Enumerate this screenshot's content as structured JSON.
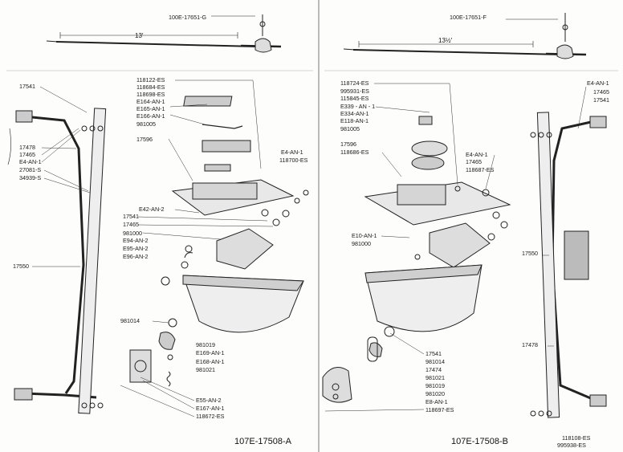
{
  "left_panel": {
    "rod_part": "100E-17651-G",
    "rod_length": "13′",
    "assembly_number": "107E-17508-A",
    "left_callouts": [
      "17541",
      "17478",
      "17465",
      "E4-AN-1",
      "27081-S",
      "34939-S",
      "17550"
    ],
    "upper_callouts": [
      "118122-ES",
      "118684-ES",
      "118698-ES",
      "E164-AN-1",
      "E165-AN-1",
      "E166-AN-1",
      "981005",
      "17596"
    ],
    "right_callouts": [
      "E4-AN-1",
      "118700-ES"
    ],
    "middle_callouts": [
      "E42-AN-2",
      "17541",
      "17465",
      "981000",
      "E94-AN-2",
      "E95-AN-2",
      "E96-AN-2",
      "981014"
    ],
    "lower_callouts": [
      "981019",
      "E169-AN-1",
      "E168-AN-1",
      "981021",
      "E55-AN-2",
      "E167-AN-1",
      "118672-ES"
    ]
  },
  "right_panel": {
    "rod_part": "100E-17651-F",
    "rod_length": "13½′",
    "assembly_number": "107E-17508-B",
    "upper_callouts": [
      "118724-ES",
      "995931-ES",
      "115845-ES",
      "E339 - AN - 1",
      "E334-AN-1",
      "E118-AN-1",
      "981005",
      "17596",
      "118686-ES"
    ],
    "right_callouts": [
      "E4-AN-1",
      "17465",
      "118687-ES"
    ],
    "middle_callouts": [
      "E10-AN-1",
      "981000"
    ],
    "lower_callouts": [
      "17541",
      "981014",
      "17474",
      "981021",
      "981019",
      "981020",
      "E8-AN-1",
      "118697-ES"
    ],
    "far_right_callouts": [
      "E4-AN-1",
      "17465",
      "17541",
      "17550",
      "17478",
      "118108-ES",
      "995938-ES"
    ]
  }
}
